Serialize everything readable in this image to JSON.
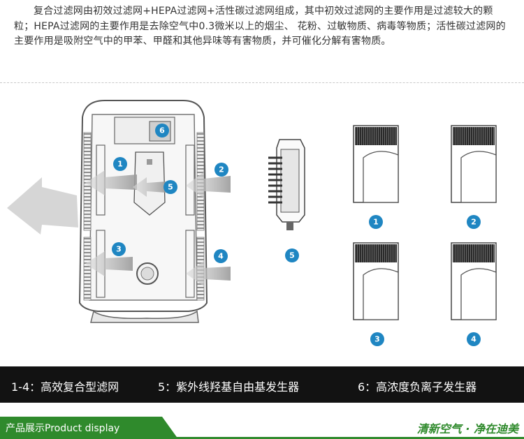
{
  "intro": {
    "text": "复合过滤网由初效过滤网+HEPA过滤网+活性碳过滤网组成，其中初效过滤网的主要作用是过滤较大的颗粒；HEPA过滤网的主要作用是去除空气中0.3微米以上的烟尘、 花粉、过敏物质、病毒等物质；活性碳过滤网的主要作用是吸附空气中的甲苯、甲醛和其他异味等有害物质，并可催化分解有害物质。"
  },
  "illustration": {
    "colors": {
      "badge": "#1f86c2",
      "arrow": "#b5b5b5",
      "outline": "#555555"
    },
    "device_badges": [
      "1",
      "2",
      "3",
      "4",
      "5",
      "6"
    ],
    "module_badge": "5",
    "filter_badges": [
      "1",
      "2",
      "3",
      "4"
    ]
  },
  "captions": {
    "filters": "1-4：高效复合型滤网",
    "uv": "5：紫外线羟基自由基发生器",
    "ion": "6：高浓度负离子发生器"
  },
  "footer": {
    "section_title": "产品展示Product display",
    "slogan": "清新空气 · 净在迪美",
    "accent": "#2f8a2c"
  }
}
